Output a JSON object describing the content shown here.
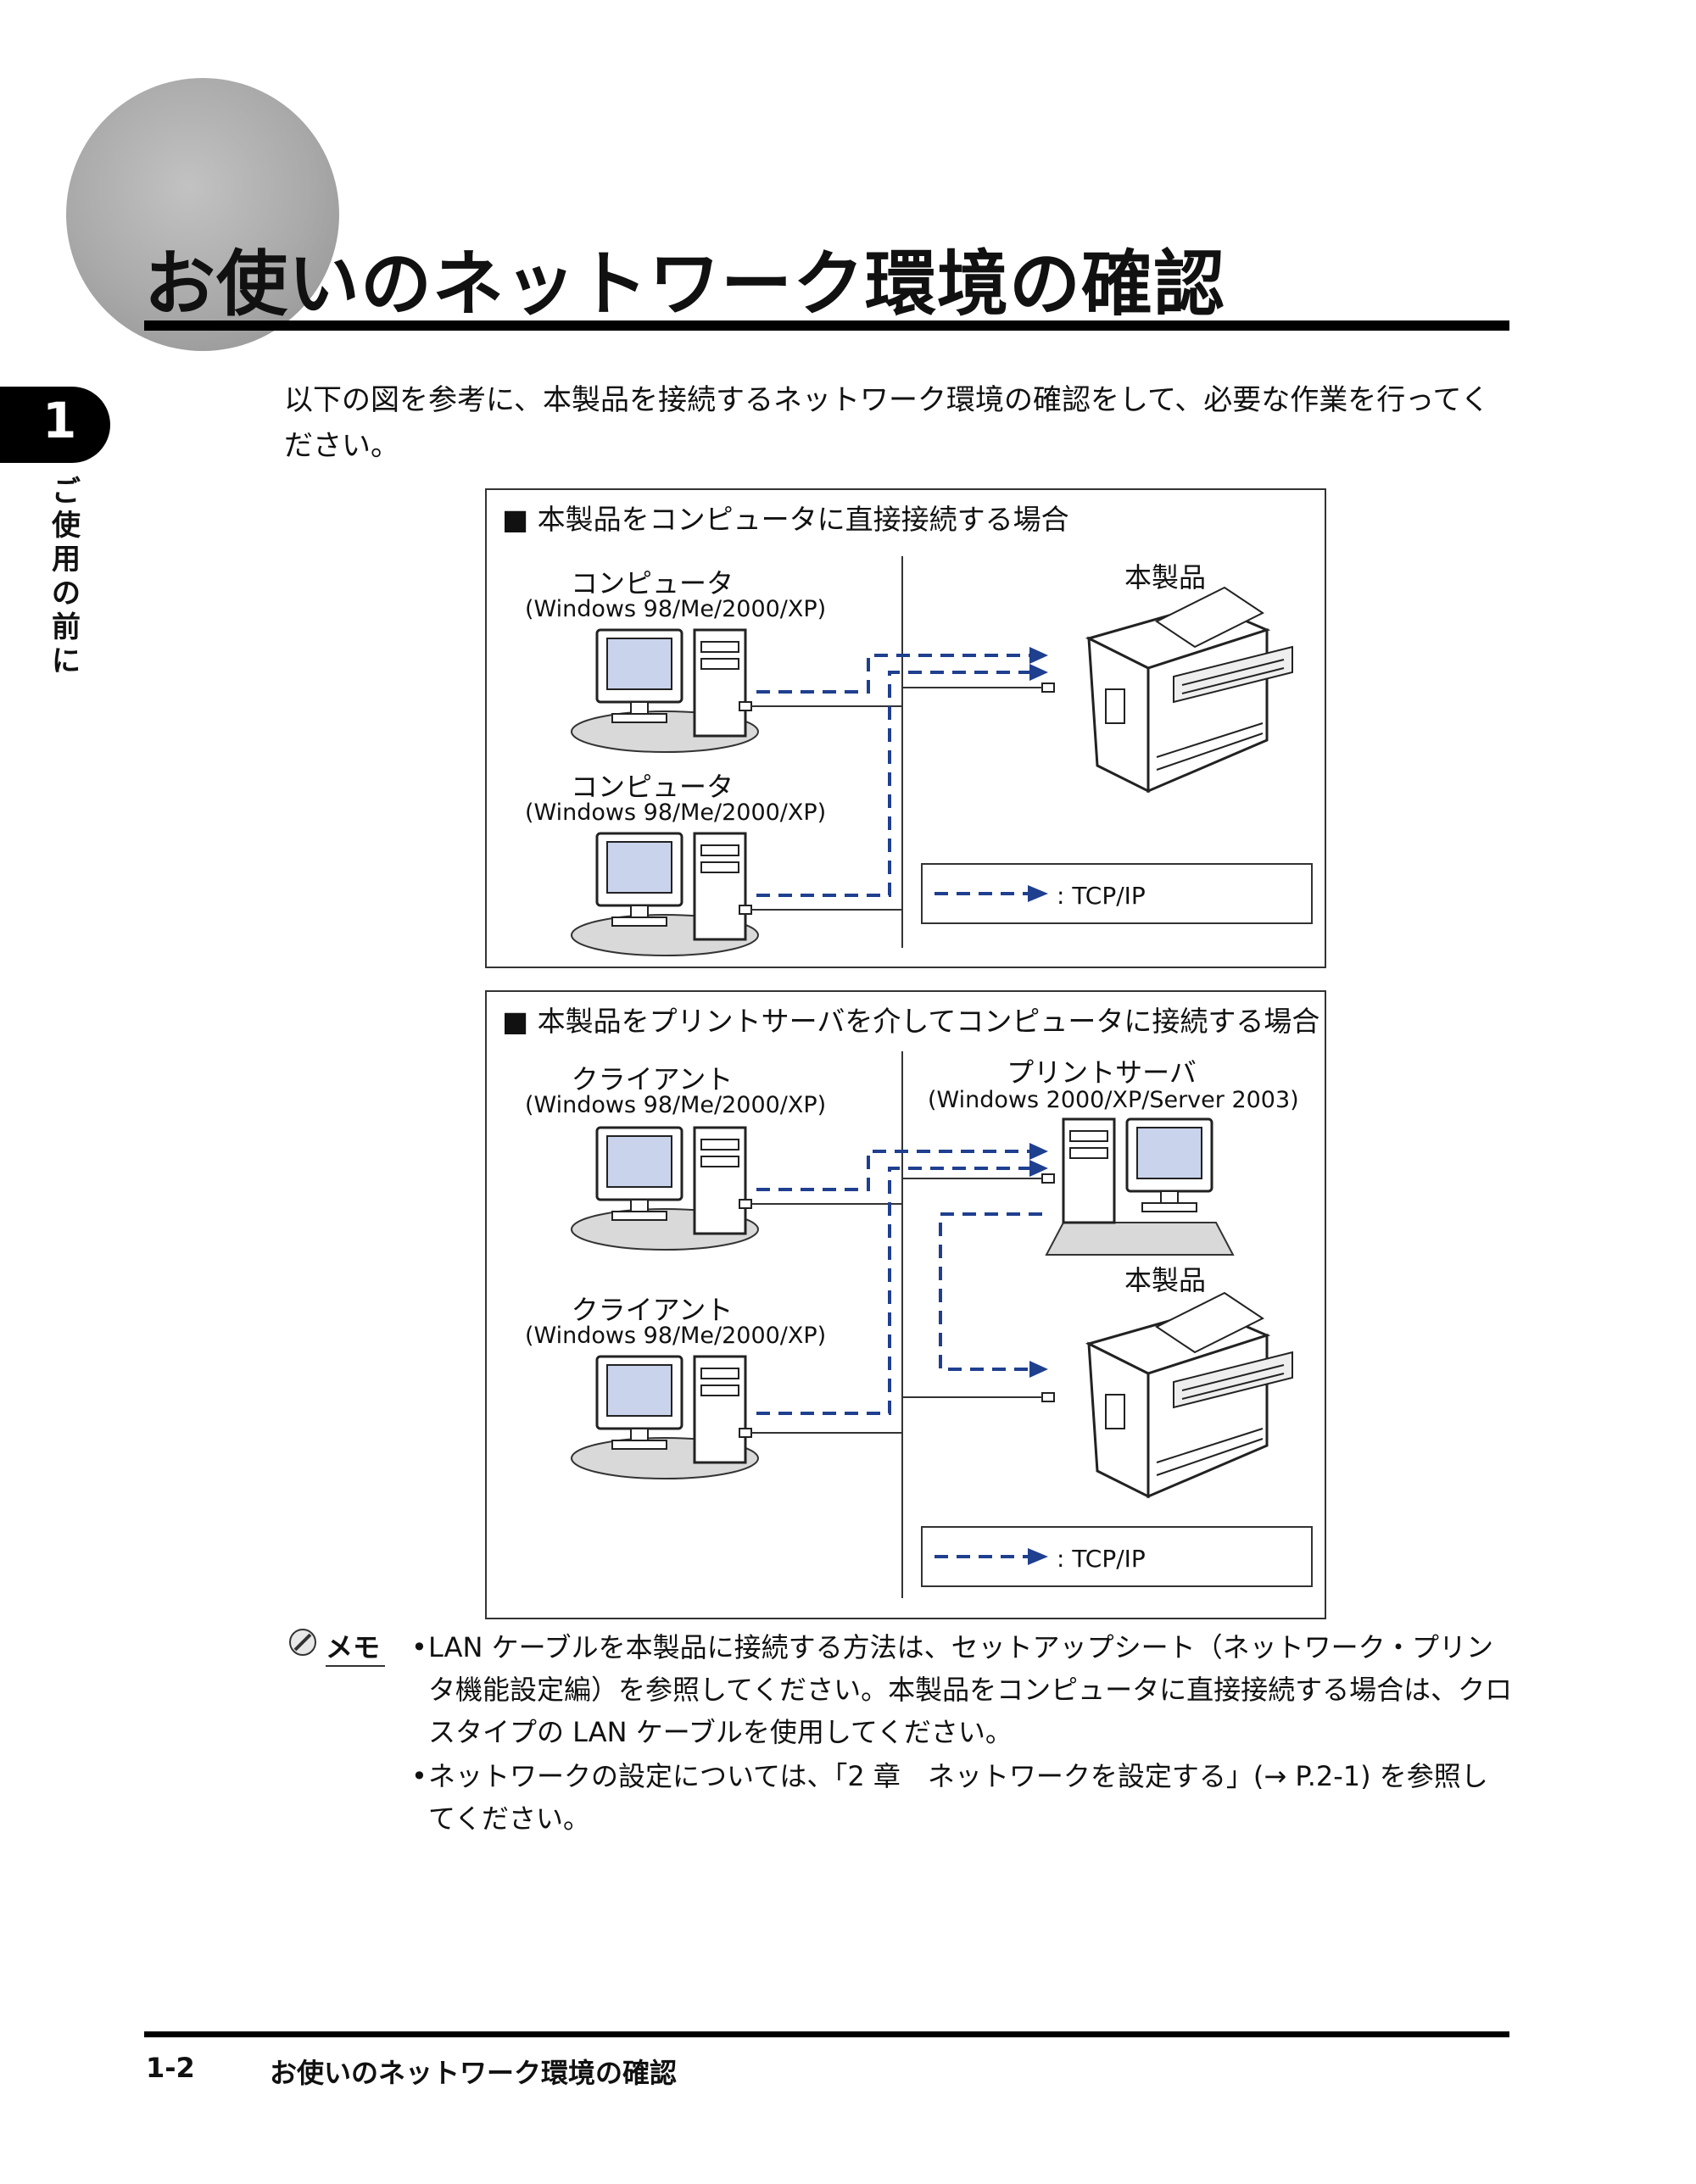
{
  "header": {
    "title": "お使いのネットワーク環境の確認"
  },
  "chapter": {
    "number": "1",
    "side_label": "ご使用の前に"
  },
  "intro_text": "以下の図を参考に、本製品を接続するネットワーク環境の確認をして、必要な作業を行ってください。",
  "diagram1": {
    "title": "■ 本製品をコンピュータに直接接続する場合",
    "computer1_label": "コンピュータ",
    "computer1_os": "(Windows 98/Me/2000/XP)",
    "computer2_label": "コンピュータ",
    "computer2_os": "(Windows 98/Me/2000/XP)",
    "product_label": "本製品",
    "legend": ": TCP/IP"
  },
  "diagram2": {
    "title": "■ 本製品をプリントサーバを介してコンピュータに接続する場合",
    "client1_label": "クライアント",
    "client1_os": "(Windows 98/Me/2000/XP)",
    "client2_label": "クライアント",
    "client2_os": "(Windows 98/Me/2000/XP)",
    "server_label": "プリントサーバ",
    "server_os": "(Windows 2000/XP/Server 2003)",
    "product_label": "本製品",
    "legend": ": TCP/IP"
  },
  "memo": {
    "label": "メモ",
    "items": [
      "LAN ケーブルを本製品に接続する方法は、セットアップシート（ネットワーク・プリンタ機能設定編）を参照してください。本製品をコンピュータに直接接続する場合は、クロスタイプの LAN ケーブルを使用してください。",
      "ネットワークの設定については、「2 章　ネットワークを設定する」(→ P.2-1) を参照してください。"
    ]
  },
  "footer": {
    "page": "1-2",
    "title": "お使いのネットワーク環境の確認"
  },
  "colors": {
    "tcpip_line": "#1f3f8f",
    "monitor_screen": "#c9d3ec",
    "floor": "#d9d9d9"
  }
}
